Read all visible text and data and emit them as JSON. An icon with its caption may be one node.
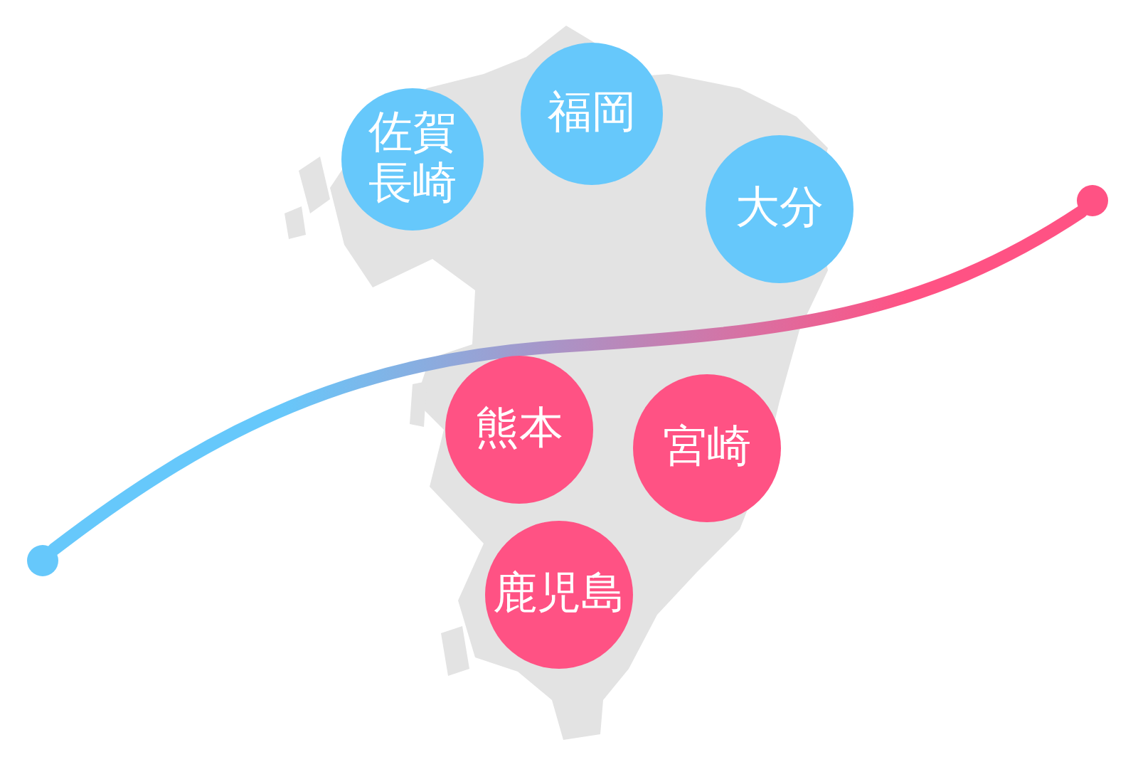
{
  "diagram": {
    "nodes": [
      {
        "text": [
          "佐賀長崎"
        ]
      },
      {
        "text": [
          "福岡"
        ]
      },
      {
        "text": [
          "大分"
        ]
      },
      {
        "text": [
          "熊本"
        ]
      },
      {
        "text": [
          "宮崎"
        ]
      },
      {
        "text": [
          "鹿児島"
        ]
      },
      {
        "text": [],
        "shape": "circle"
      },
      {
        "text": [],
        "shape": "circle"
      }
    ],
    "edges": [
      {
        "from": 6,
        "to": 7,
        "arrow": "none"
      }
    ]
  }
}
